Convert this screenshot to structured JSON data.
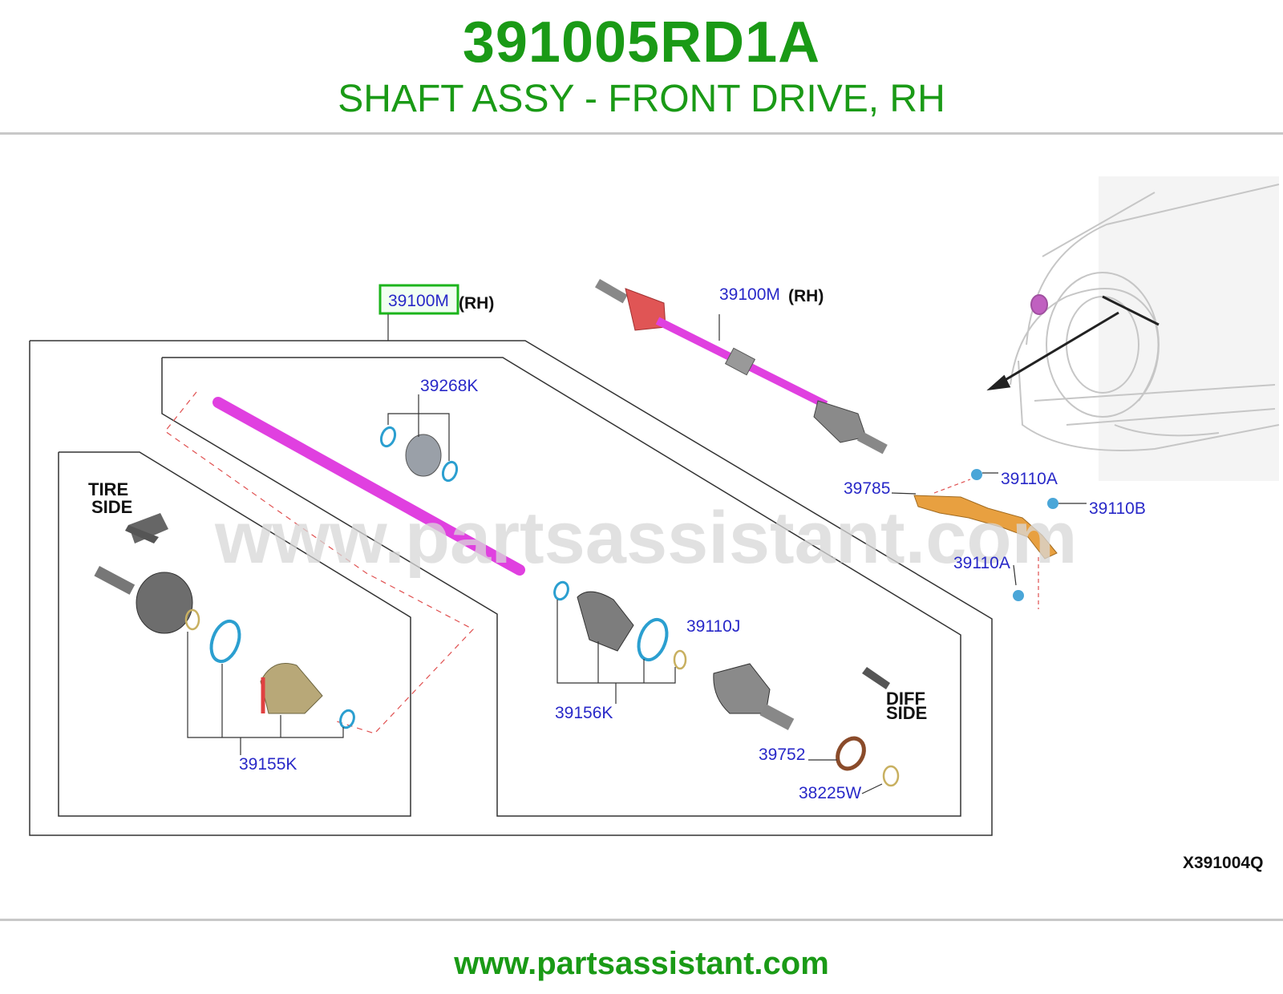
{
  "header": {
    "part_number": "391005RD1A",
    "description": "SHAFT ASSY - FRONT DRIVE, RH"
  },
  "footer": {
    "url": "www.partsassistant.com"
  },
  "diagram": {
    "watermark": "www.partsassistant.com",
    "code": "X391004Q",
    "tire_side": [
      "TIRE",
      "SIDE"
    ],
    "diff_side": [
      "DIFF",
      "SIDE"
    ],
    "rh_suffix": "(RH)",
    "callouts": {
      "main_assy": "39100M",
      "top_assy": "39100M",
      "boot_kit_inner": "39268K",
      "boot_kit_outer": "39155K",
      "boot_kit_diff": "39156K",
      "clip_j": "39110J",
      "seal": "39752",
      "ring": "38225W",
      "bracket": "39785",
      "bolt_a_top": "39110A",
      "bolt_b": "39110B",
      "bolt_a_bottom": "39110A"
    },
    "colors": {
      "title_green": "#1a9a16",
      "callout_blue": "#2828c8",
      "shaft_magenta": "#e040e0",
      "highlight_green": "#1bb41b",
      "ring_cyan": "#2b9fd0",
      "bracket_orange": "#e8a040"
    }
  }
}
